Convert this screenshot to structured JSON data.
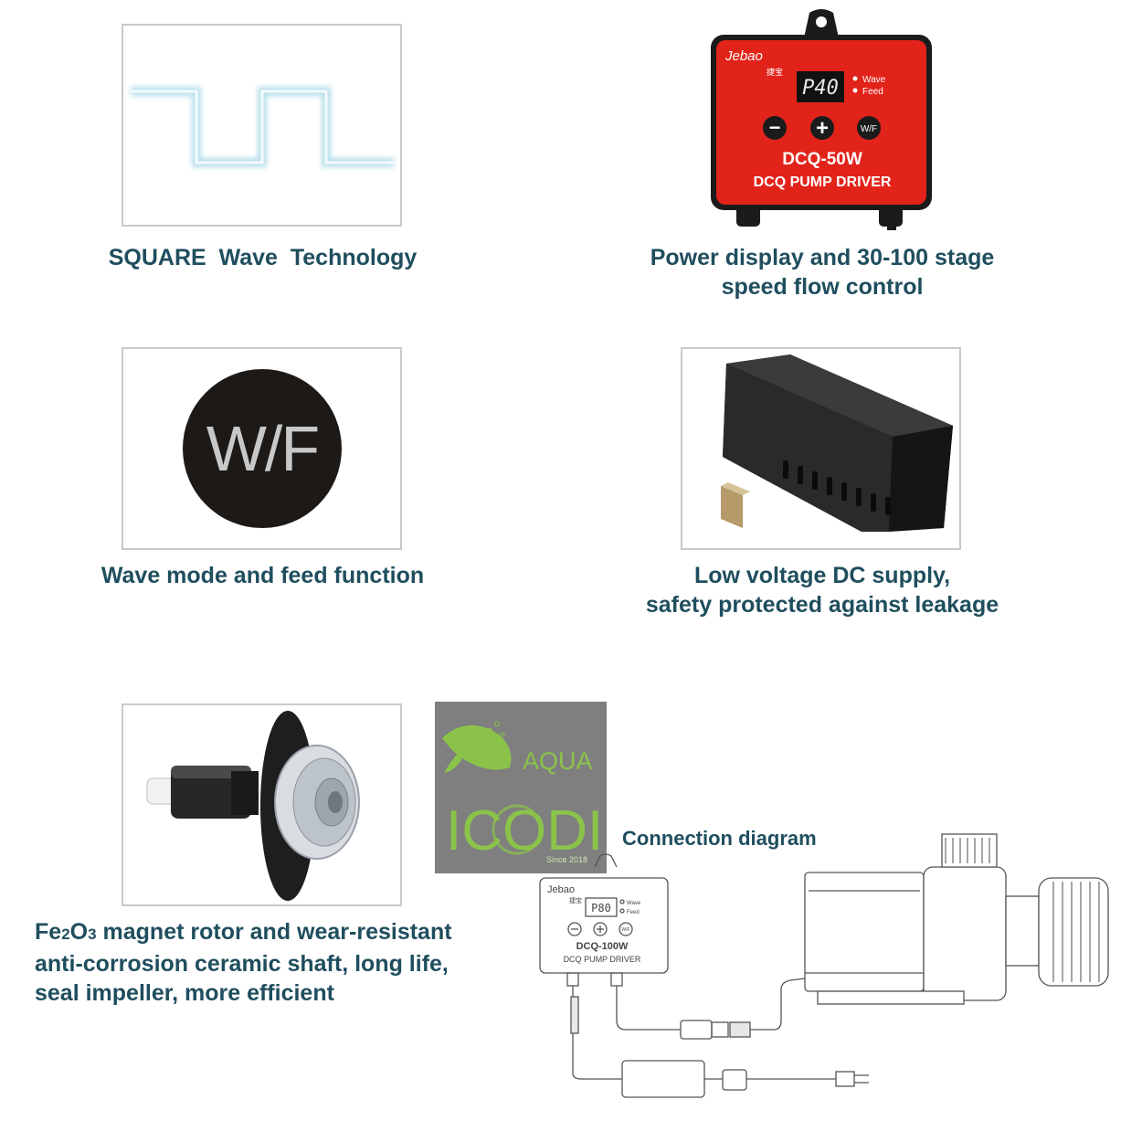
{
  "features": {
    "square_wave": {
      "caption": "SQUARE  Wave  Technology"
    },
    "power_display": {
      "caption_line1": "Power display and 30-100 stage",
      "caption_line2": "speed flow control",
      "device": {
        "brand": "Jebao",
        "brand_cn": "捷宝",
        "display": "P40",
        "indicator_wave": "Wave",
        "indicator_feed": "Feed",
        "btn_minus": "−",
        "btn_plus": "+",
        "btn_wf": "W/F",
        "model": "DCQ-50W",
        "subtitle": "DCQ PUMP DRIVER",
        "body_color": "#e2231a"
      }
    },
    "wave_feed": {
      "caption": "Wave mode and feed function",
      "badge": "W/F"
    },
    "dc_supply": {
      "caption_line1": "Low voltage DC supply,",
      "caption_line2": "safety protected against leakage"
    },
    "rotor": {
      "caption_line1_a": "Fe",
      "caption_line1_sub1": "2",
      "caption_line1_b": "O",
      "caption_line1_sub2": "3",
      "caption_line1_c": " magnet rotor and wear-resistant",
      "caption_line2": "anti-corrosion ceramic shaft, long life,",
      "caption_line3": "seal impeller, more efficient"
    }
  },
  "watermark": {
    "line1": "AQUA",
    "line2": "ICODI",
    "line3": "Since 2018",
    "color": "#8bc34a"
  },
  "connection_diagram": {
    "title": "Connection diagram",
    "controller": {
      "brand": "Jebao",
      "brand_cn": "捷宝",
      "display": "P80",
      "indicator_wave": "Wave",
      "indicator_feed": "Feed",
      "btn_wf": "W/F",
      "model": "DCQ-100W",
      "subtitle": "DCQ PUMP DRIVER"
    }
  },
  "colors": {
    "caption": "#1f4e5e",
    "frame_border": "#c9c9c9"
  }
}
